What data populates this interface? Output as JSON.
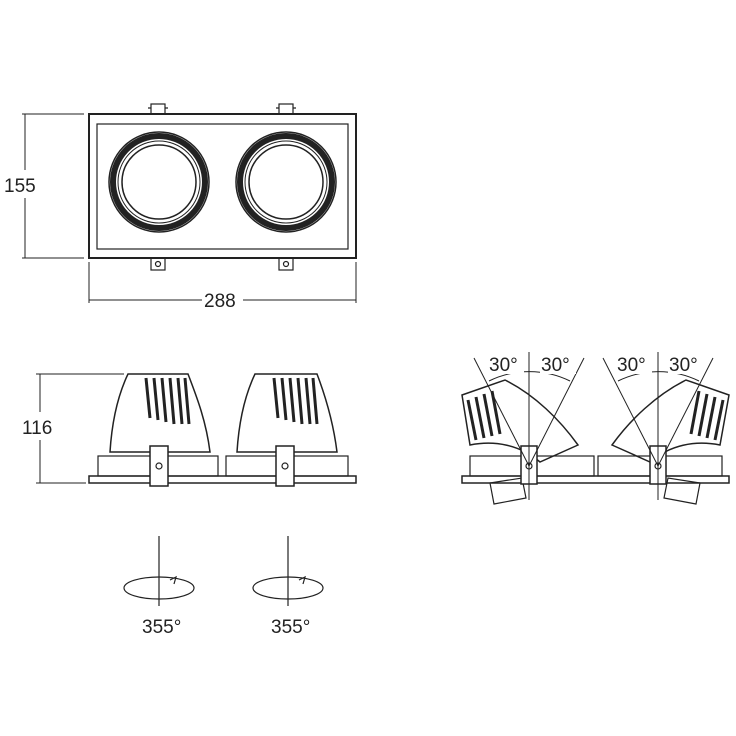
{
  "top_view": {
    "height_dim": "155",
    "width_dim": "288"
  },
  "side_view": {
    "height_dim": "116"
  },
  "tilt_view": {
    "angle_labels": [
      "30°",
      "30°",
      "30°",
      "30°"
    ]
  },
  "rotation_view": {
    "labels": [
      "355°",
      "355°"
    ]
  }
}
